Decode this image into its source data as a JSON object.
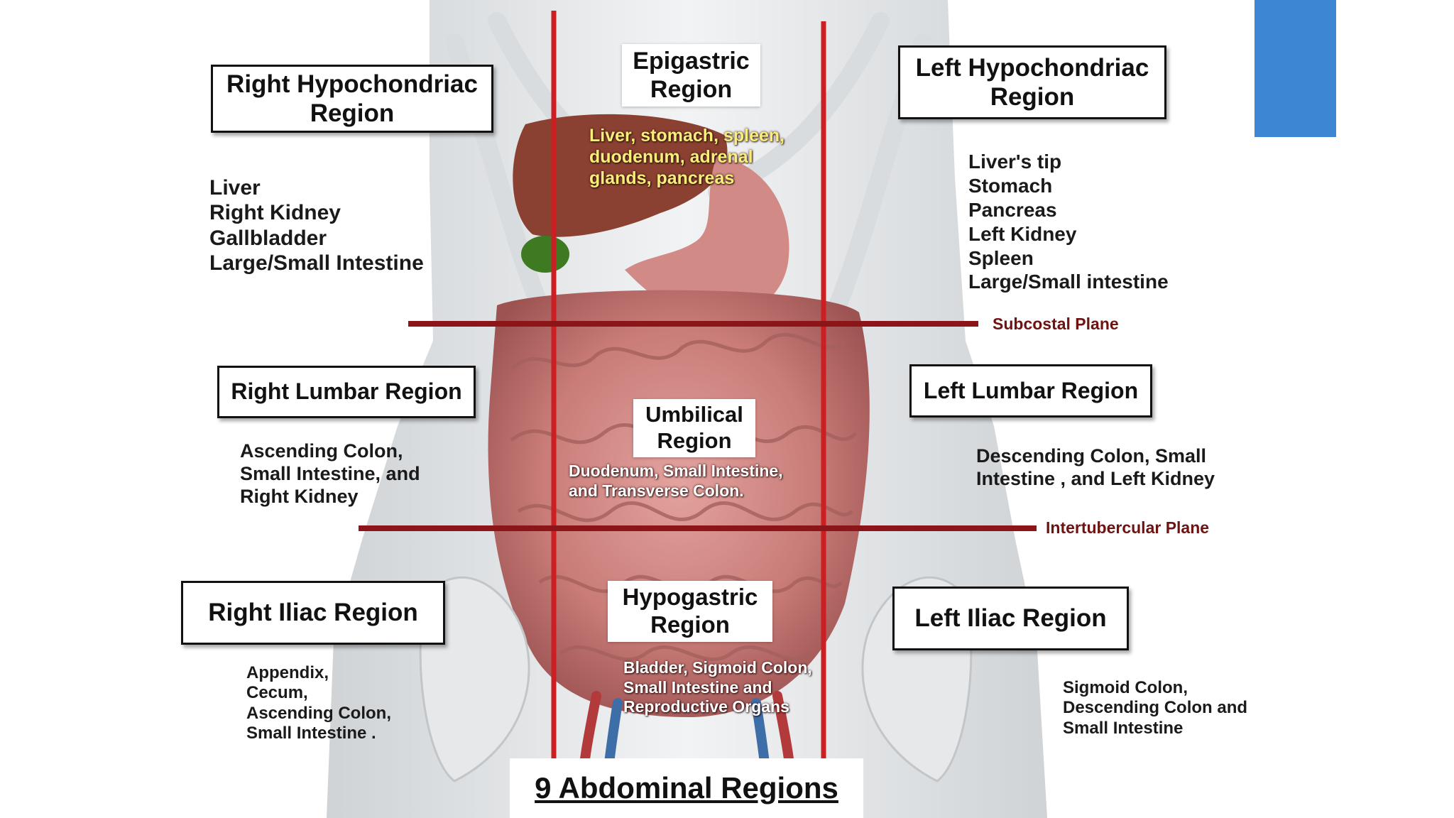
{
  "title": "9 Abdominal Regions",
  "colors": {
    "region_lines": "#cc1f24",
    "plane_lines": "#8b1519",
    "inner_text_yellow": "#f7ef7a",
    "inner_text_white": "#ffffff",
    "plane_label": "#6e1212",
    "accent_bar": "#3d86d4"
  },
  "planes": {
    "subcostal": "Subcostal Plane",
    "intertubercular": "Intertubercular Plane"
  },
  "regions": {
    "right_hypochondriac": {
      "name": [
        "Right Hypochondriac",
        "Region"
      ],
      "organs": [
        "Liver",
        "Right Kidney",
        "Gallbladder",
        "Large/Small Intestine"
      ]
    },
    "epigastric": {
      "name": [
        "Epigastric",
        "Region"
      ],
      "organs": [
        "Liver, stomach, spleen,",
        "duodenum, adrenal",
        "glands, pancreas"
      ]
    },
    "left_hypochondriac": {
      "name": [
        "Left Hypochondriac",
        "Region"
      ],
      "organs": [
        "Liver's tip",
        "Stomach",
        "Pancreas",
        "Left Kidney",
        "Spleen",
        "Large/Small intestine"
      ]
    },
    "right_lumbar": {
      "name": [
        "Right Lumbar Region"
      ],
      "organs": [
        "Ascending Colon,",
        "Small Intestine, and",
        "Right Kidney"
      ]
    },
    "umbilical": {
      "name": [
        "Umbilical",
        "Region"
      ],
      "organs": [
        "Duodenum, Small Intestine,",
        "and Transverse Colon."
      ]
    },
    "left_lumbar": {
      "name": [
        "Left Lumbar Region"
      ],
      "organs": [
        "Descending Colon, Small",
        "Intestine ,  and Left Kidney"
      ]
    },
    "right_iliac": {
      "name": [
        "Right Iliac Region"
      ],
      "organs": [
        "Appendix,",
        "Cecum,",
        "Ascending Colon,",
        "Small Intestine  ."
      ]
    },
    "hypogastric": {
      "name": [
        "Hypogastric",
        "Region"
      ],
      "organs": [
        "Bladder, Sigmoid Colon,",
        "Small Intestine    and",
        "Reproductive Organs"
      ]
    },
    "left_iliac": {
      "name": [
        "Left Iliac Region"
      ],
      "organs": [
        "Sigmoid Colon,",
        "Descending Colon and",
        "Small Intestine"
      ]
    }
  }
}
